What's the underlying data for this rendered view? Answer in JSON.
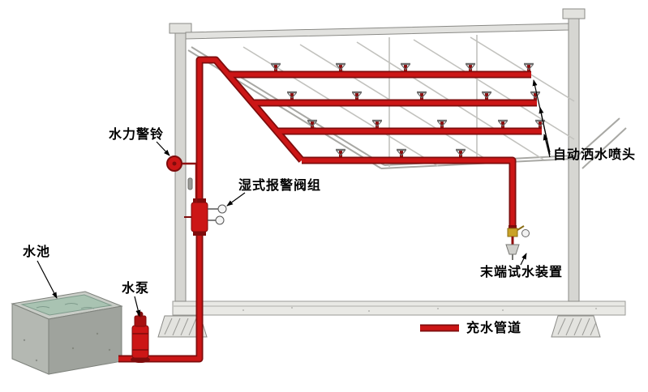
{
  "labels": {
    "hydraulic_alarm_bell": "水力警铃",
    "wet_alarm_valve_group": "湿式报警阀组",
    "water_pool": "水池",
    "water_pump": "水泵",
    "auto_sprinkler_heads": "自动洒水喷头",
    "end_test_device": "末端试水装置"
  },
  "legend": {
    "filled_pipe": "充水管道",
    "swatch_color": "#cc1616"
  },
  "colors": {
    "pipe_red": "#cc1616",
    "pipe_dark": "#7e0c0c",
    "structure_gray": "#d6d6d2",
    "structure_outline": "#8a8a86",
    "water_green": "#a9c3b2",
    "text": "#000000",
    "background": "#ffffff"
  }
}
